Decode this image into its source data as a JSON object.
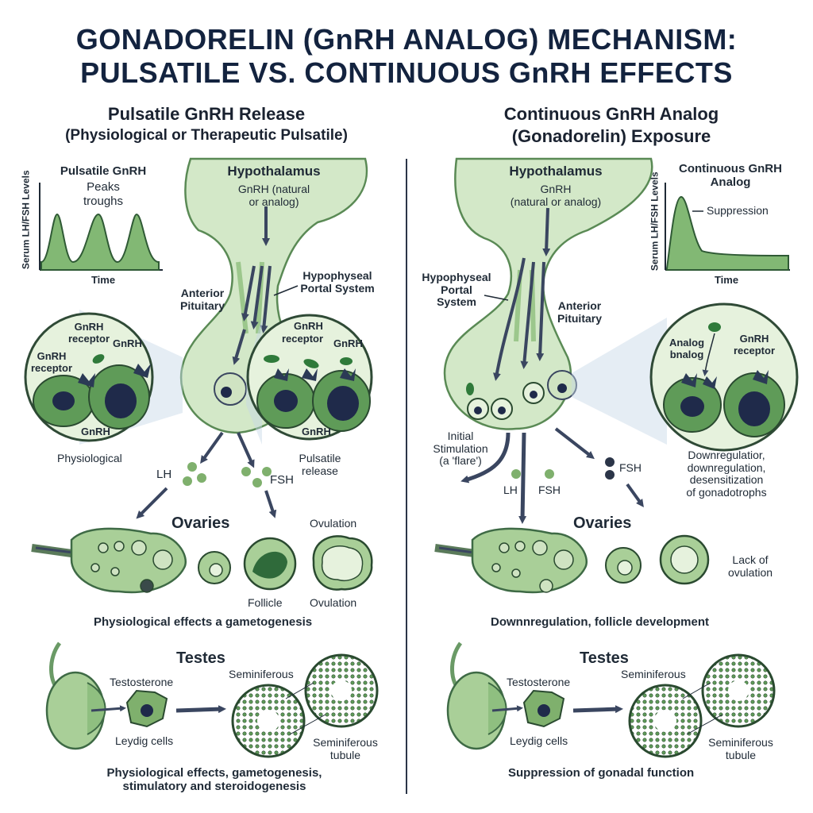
{
  "title": {
    "line1": "GONADORELIN (GnRH ANALOG) MECHANISM:",
    "line2": "PULSATILE VS. CONTINUOUS GnRH EFFECTS"
  },
  "left": {
    "heading": "Pulsatile GnRH Release",
    "subheading": "(Physiological or Therapeutic Pulsatile)",
    "graph": {
      "title": "Pulsatile GnRH",
      "peaks": "Peaks",
      "troughs": "troughs",
      "ylabel": "Serum LH/FSH Levels",
      "xlabel": "Time"
    },
    "hypothalamus": "Hypothalamus",
    "gnrh_source": "GnRH (natural\nor analog)",
    "portal": "Hypophyseal\nPortal System",
    "pituitary": "Anterior\nPituitary",
    "zoom_left": {
      "receptor_top": "GnRH\nreceptor",
      "gnrh_top": "GnRH",
      "receptor_side": "GnRH\nreceptor",
      "gnrh_bottom": "GnRH"
    },
    "zoom_right": {
      "gnrh": "GnRH",
      "receptor": "receptor",
      "gnrh_right": "GnRH",
      "gnrh_bottom": "GnRH"
    },
    "physiological": "Physiological",
    "pulsatile_release": "Pulsatile\nrelease",
    "lh": "LH",
    "fsh": "FSH",
    "ovaries": "Ovaries",
    "ovulation_top": "Ovulation",
    "follicle": "Follicle",
    "ovulation_bottom": "Ovulation",
    "ovary_caption": "Physiological effects a gametogenesis",
    "testes": "Testes",
    "testosterone": "Testosterone",
    "leydig": "Leydig cells",
    "seminiferous_top": "Seminiferous",
    "seminiferous_tubule": "Seminiferous\ntubule",
    "testes_caption": "Physiological effects, gametogenesis,\nstimulatory and steroidogenesis"
  },
  "right": {
    "heading": "Continuous GnRH Analog",
    "subheading": "(Gonadorelin) Exposure",
    "graph": {
      "title": "Continuous GnRH\nAnalog",
      "suppression": "Suppression",
      "ylabel": "Serum LH/FSH Levels",
      "xlabel": "Time"
    },
    "hypothalamus": "Hypothalamus",
    "gnrh_source": "GnRH\n(natural or analog)",
    "portal": "Hypophyseal\nPortal\nSystem",
    "pituitary": "Anterior\nPituitary",
    "zoom": {
      "analog": "Analog\nbnalog",
      "receptor": "GnRH\nreceptor"
    },
    "flare": "Initial\nStimulation\n(a 'flare')",
    "lh": "LH",
    "fsh": "FSH",
    "downreg": "Downregulatior,\ndownregulation,\ndesensitization\nof gonadotrophs",
    "ovaries": "Ovaries",
    "lack_ovulation": "Lack of\novulation",
    "ovary_caption": "Downnregulation, follicle development",
    "testes": "Testes",
    "testosterone": "Testosterone",
    "leydig": "Leydig cells",
    "seminiferous_top": "Seminiferous",
    "seminiferous_tubule": "Seminiferous\ntubule",
    "testes_caption": "Suppression of gonadal function"
  },
  "colors": {
    "navy": "#13233f",
    "green_light": "#d3e8c8",
    "green": "#7fb06d",
    "green_dark": "#2f7a3a",
    "cell": "#5f9b58",
    "nucleus": "#1f2a4a",
    "arrow": "#3a4660"
  }
}
